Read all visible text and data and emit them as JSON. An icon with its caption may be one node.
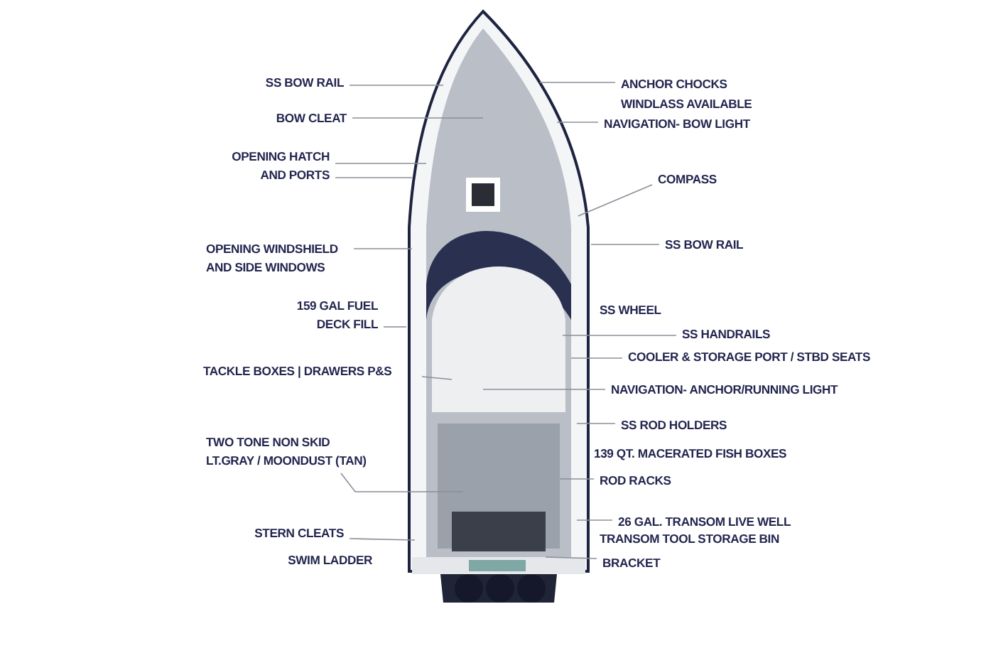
{
  "diagram": {
    "nodes": [
      {
        "text": [
          "SS BOW RAIL"
        ]
      },
      {
        "text": [
          "BOW CLEAT"
        ]
      },
      {
        "text": [
          "OPENING HATCH AND PORTS"
        ]
      },
      {
        "text": [
          "OPENING WINDSHIELD AND SIDE WINDOWS"
        ]
      },
      {
        "text": [
          "159 GAL FUEL DECK FILL"
        ]
      },
      {
        "text": [
          "TACKLE BOXES | DRAWERS P&S"
        ]
      },
      {
        "text": [
          "TWO TONE NON SKID LT.GRAY / MOONDUST (TAN)"
        ]
      },
      {
        "text": [
          "STERN CLEATS"
        ]
      },
      {
        "text": [
          "ANCHOR CHOCKS"
        ]
      },
      {
        "text": [
          "NAVIGATION- BOW LIGHT"
        ]
      },
      {
        "text": [
          "COMPASS"
        ]
      },
      {
        "text": [
          "SS BOW RAIL"
        ]
      },
      {
        "text": [
          "SS HANDRAILS"
        ]
      },
      {
        "text": [
          "COOLER & STORAGE PORT / STBD SEATS"
        ]
      },
      {
        "text": [
          "NAVIGATION- ANCHOR/RUNNING LIGHT"
        ]
      },
      {
        "text": [
          "SS ROD HOLDERS"
        ]
      },
      {
        "text": [
          "ROD RACKS"
        ]
      },
      {
        "text": [
          "26 GAL. TRANSOM LIVE WELL"
        ]
      },
      {
        "text": [
          "BRACKET"
        ]
      }
    ],
    "edges": [
      {
        "from": 0,
        "to": null,
        "arrow": "none"
      },
      {
        "from": 1,
        "to": null,
        "arrow": "none"
      },
      {
        "from": 2,
        "to": null,
        "arrow": "none"
      },
      {
        "from": 2,
        "to": null,
        "arrow": "none"
      },
      {
        "from": 3,
        "to": null,
        "arrow": "none"
      },
      {
        "from": 4,
        "to": null,
        "arrow": "none"
      },
      {
        "from": 5,
        "to": null,
        "arrow": "none"
      },
      {
        "from": 6,
        "to": null,
        "arrow": "none"
      },
      {
        "from": 7,
        "to": null,
        "arrow": "none"
      },
      {
        "from": 8,
        "to": null,
        "arrow": "none"
      },
      {
        "from": 9,
        "to": null,
        "arrow": "none"
      },
      {
        "from": 10,
        "to": null,
        "arrow": "none"
      },
      {
        "from": 11,
        "to": null,
        "arrow": "none"
      },
      {
        "from": 12,
        "to": null,
        "arrow": "none"
      },
      {
        "from": 13,
        "to": null,
        "arrow": "none"
      },
      {
        "from": 14,
        "to": null,
        "arrow": "none"
      },
      {
        "from": 15,
        "to": null,
        "arrow": "none"
      },
      {
        "from": 16,
        "to": null,
        "arrow": "none"
      },
      {
        "from": 17,
        "to": null,
        "arrow": "none"
      },
      {
        "from": 18,
        "to": null,
        "arrow": "none"
      }
    ],
    "labels": [
      "WINDLASS AVAILABLE",
      "SS WHEEL",
      "139 QT. MACERATED FISH BOXES",
      "TRANSOM TOOL STORAGE BIN",
      "SWIM LADDER"
    ]
  }
}
